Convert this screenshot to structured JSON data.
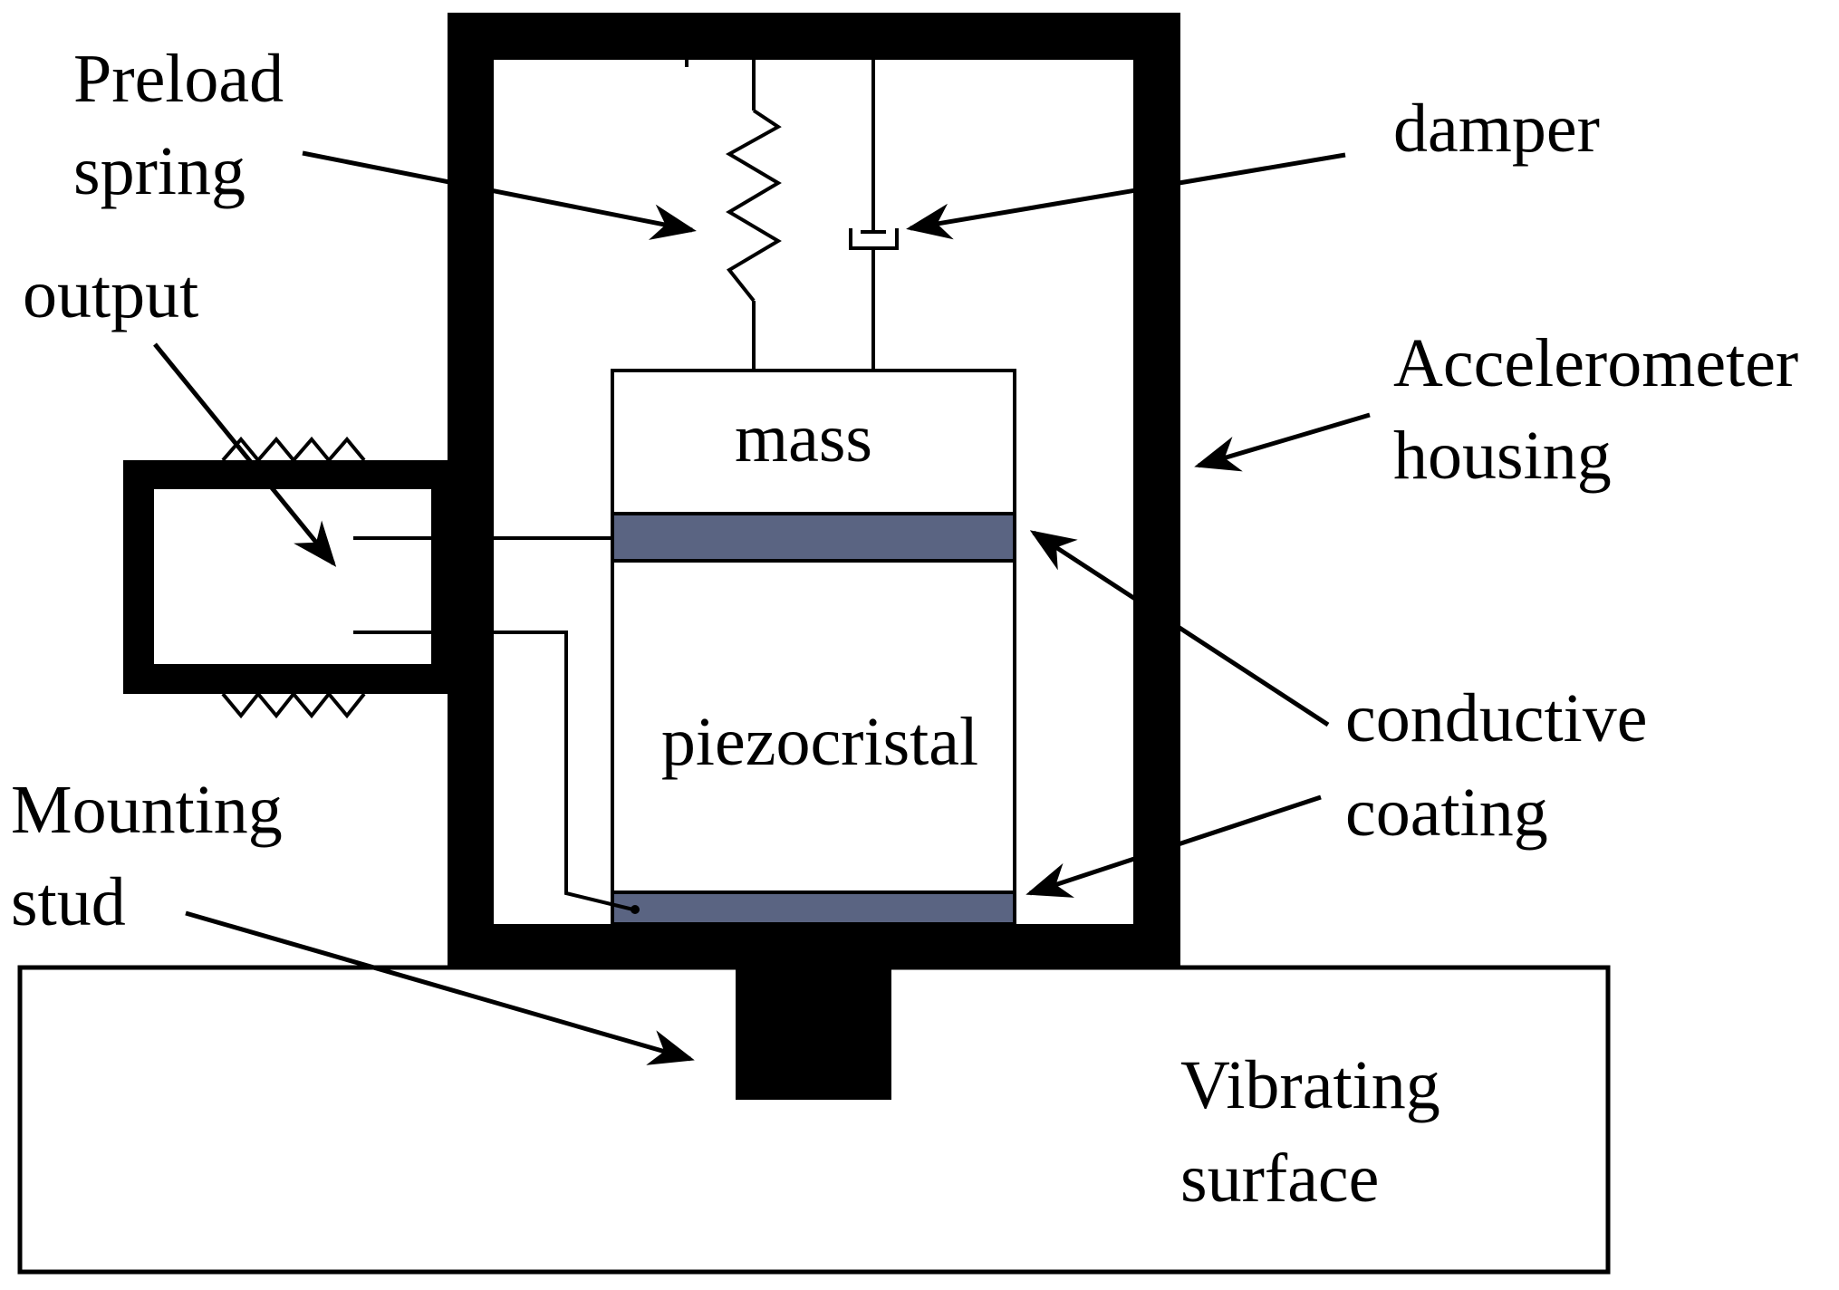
{
  "labels": {
    "preload_spring": [
      "Preload",
      "spring"
    ],
    "damper": "damper",
    "output": "output",
    "housing": [
      "Accelerometer",
      "housing"
    ],
    "mass": "mass",
    "piezo": "piezocristal",
    "coating": [
      "conductive",
      "coating"
    ],
    "stud": [
      "Mounting",
      "stud"
    ],
    "surface": [
      "Vibrating",
      "surface"
    ]
  },
  "colors": {
    "ink": "#000000",
    "coating": "#5a6482",
    "background": "#ffffff"
  }
}
